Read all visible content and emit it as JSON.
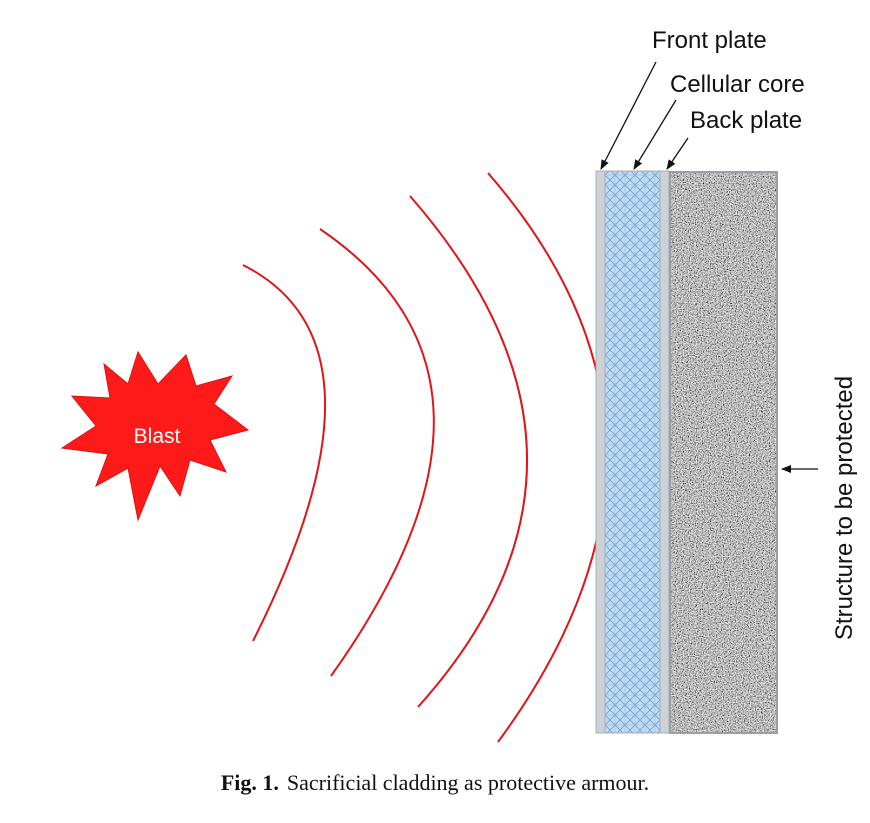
{
  "labels": {
    "front_plate": "Front plate",
    "cellular_core": "Cellular core",
    "back_plate": "Back plate",
    "structure": "Structure to be protected",
    "blast": "Blast"
  },
  "caption": {
    "number": "Fig. 1.",
    "text": "Sacrificial cladding as protective armour."
  },
  "colors": {
    "blast_fill": "#ff1a1a",
    "wave_stroke": "#e0141a",
    "core_fill": "#bcd8f2",
    "plate_fill": "#cfd3d8",
    "structure_fill": "#8a8a8a"
  }
}
